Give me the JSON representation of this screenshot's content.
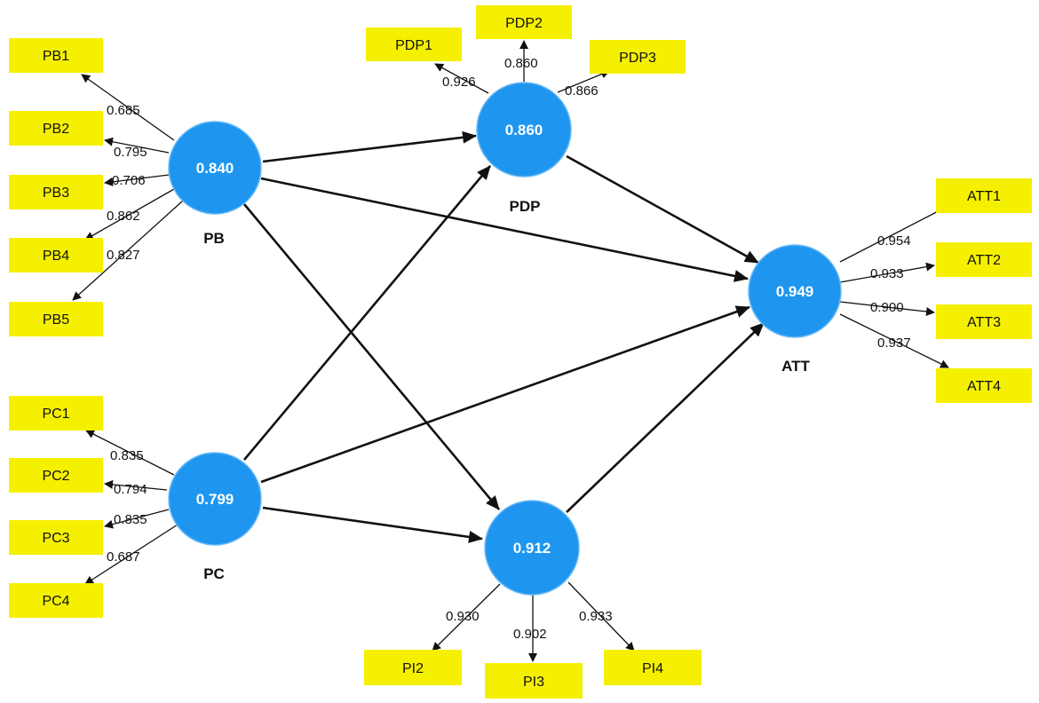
{
  "constructs": {
    "PB": {
      "label": "PB",
      "r2": "0.840"
    },
    "PC": {
      "label": "PC",
      "r2": "0.799"
    },
    "PDP": {
      "label": "PDP",
      "r2": "0.860"
    },
    "PI": {
      "label": "",
      "r2": "0.912"
    },
    "ATT": {
      "label": "ATT",
      "r2": "0.949"
    }
  },
  "indicators": {
    "PB1": "PB1",
    "PB2": "PB2",
    "PB3": "PB3",
    "PB4": "PB4",
    "PB5": "PB5",
    "PC1": "PC1",
    "PC2": "PC2",
    "PC3": "PC3",
    "PC4": "PC4",
    "PDP1": "PDP1",
    "PDP2": "PDP2",
    "PDP3": "PDP3",
    "PI2": "PI2",
    "PI3": "PI3",
    "PI4": "PI4",
    "ATT1": "ATT1",
    "ATT2": "ATT2",
    "ATT3": "ATT3",
    "ATT4": "ATT4"
  },
  "loadings": {
    "PB1": "0.685",
    "PB2": "0.795",
    "PB3": "0.706",
    "PB4": "0.862",
    "PB5": "0.827",
    "PC1": "0.835",
    "PC2": "0.794",
    "PC3": "0.835",
    "PC4": "0.687",
    "PDP1": "0.926",
    "PDP2": "0.860",
    "PDP3": "0.866",
    "PI2": "0.930",
    "PI3": "0.902",
    "PI4": "0.933",
    "ATT1": "0.954",
    "ATT2": "0.933",
    "ATT3": "0.900",
    "ATT4": "0.937"
  },
  "colors": {
    "construct_fill": "#1e96f0",
    "indicator_fill": "#f5f000",
    "arrow": "#111111"
  }
}
